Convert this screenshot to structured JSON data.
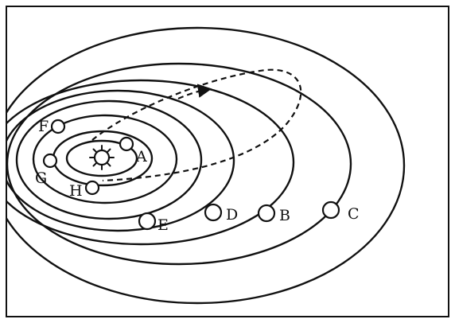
{
  "diagram": {
    "labels": {
      "A": "A",
      "B": "B",
      "C": "C",
      "D": "D",
      "E": "E",
      "F": "F",
      "G": "G",
      "H": "H"
    },
    "icons": {
      "sun": "sun-icon",
      "arrow": "arrow-icon"
    },
    "colors": {
      "line": "#111111",
      "background": "#ffffff"
    }
  }
}
